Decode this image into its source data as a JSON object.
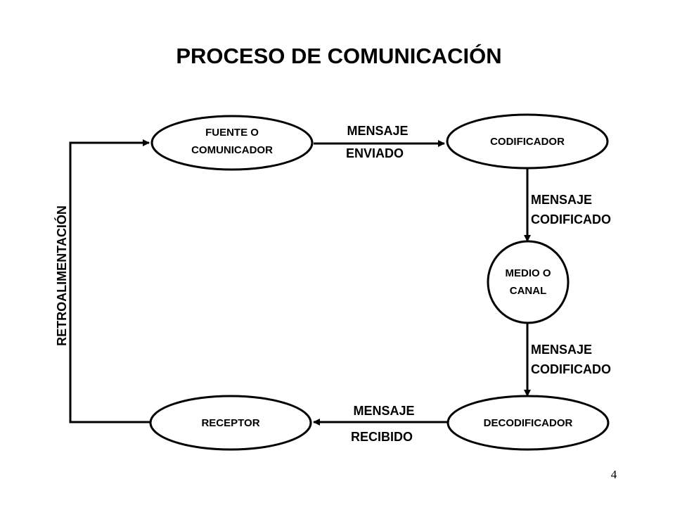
{
  "title": "PROCESO DE COMUNICACIÓN",
  "nodes": {
    "fuente": [
      "FUENTE O",
      "COMUNICADOR"
    ],
    "codificador": [
      "CODIFICADOR"
    ],
    "medio": [
      "MEDIO O",
      "CANAL"
    ],
    "decodificador": [
      "DECODIFICADOR"
    ],
    "receptor": [
      "RECEPTOR"
    ]
  },
  "edges": {
    "enviado": [
      "MENSAJE",
      "ENVIADO"
    ],
    "codificado_1": [
      "MENSAJE",
      "CODIFICADO"
    ],
    "codificado_2": [
      "MENSAJE",
      "CODIFICADO"
    ],
    "recibido": [
      "MENSAJE",
      "RECIBIDO"
    ],
    "retroalimentacion": "RETROALIMENTACIÓN"
  },
  "page_number": "4"
}
